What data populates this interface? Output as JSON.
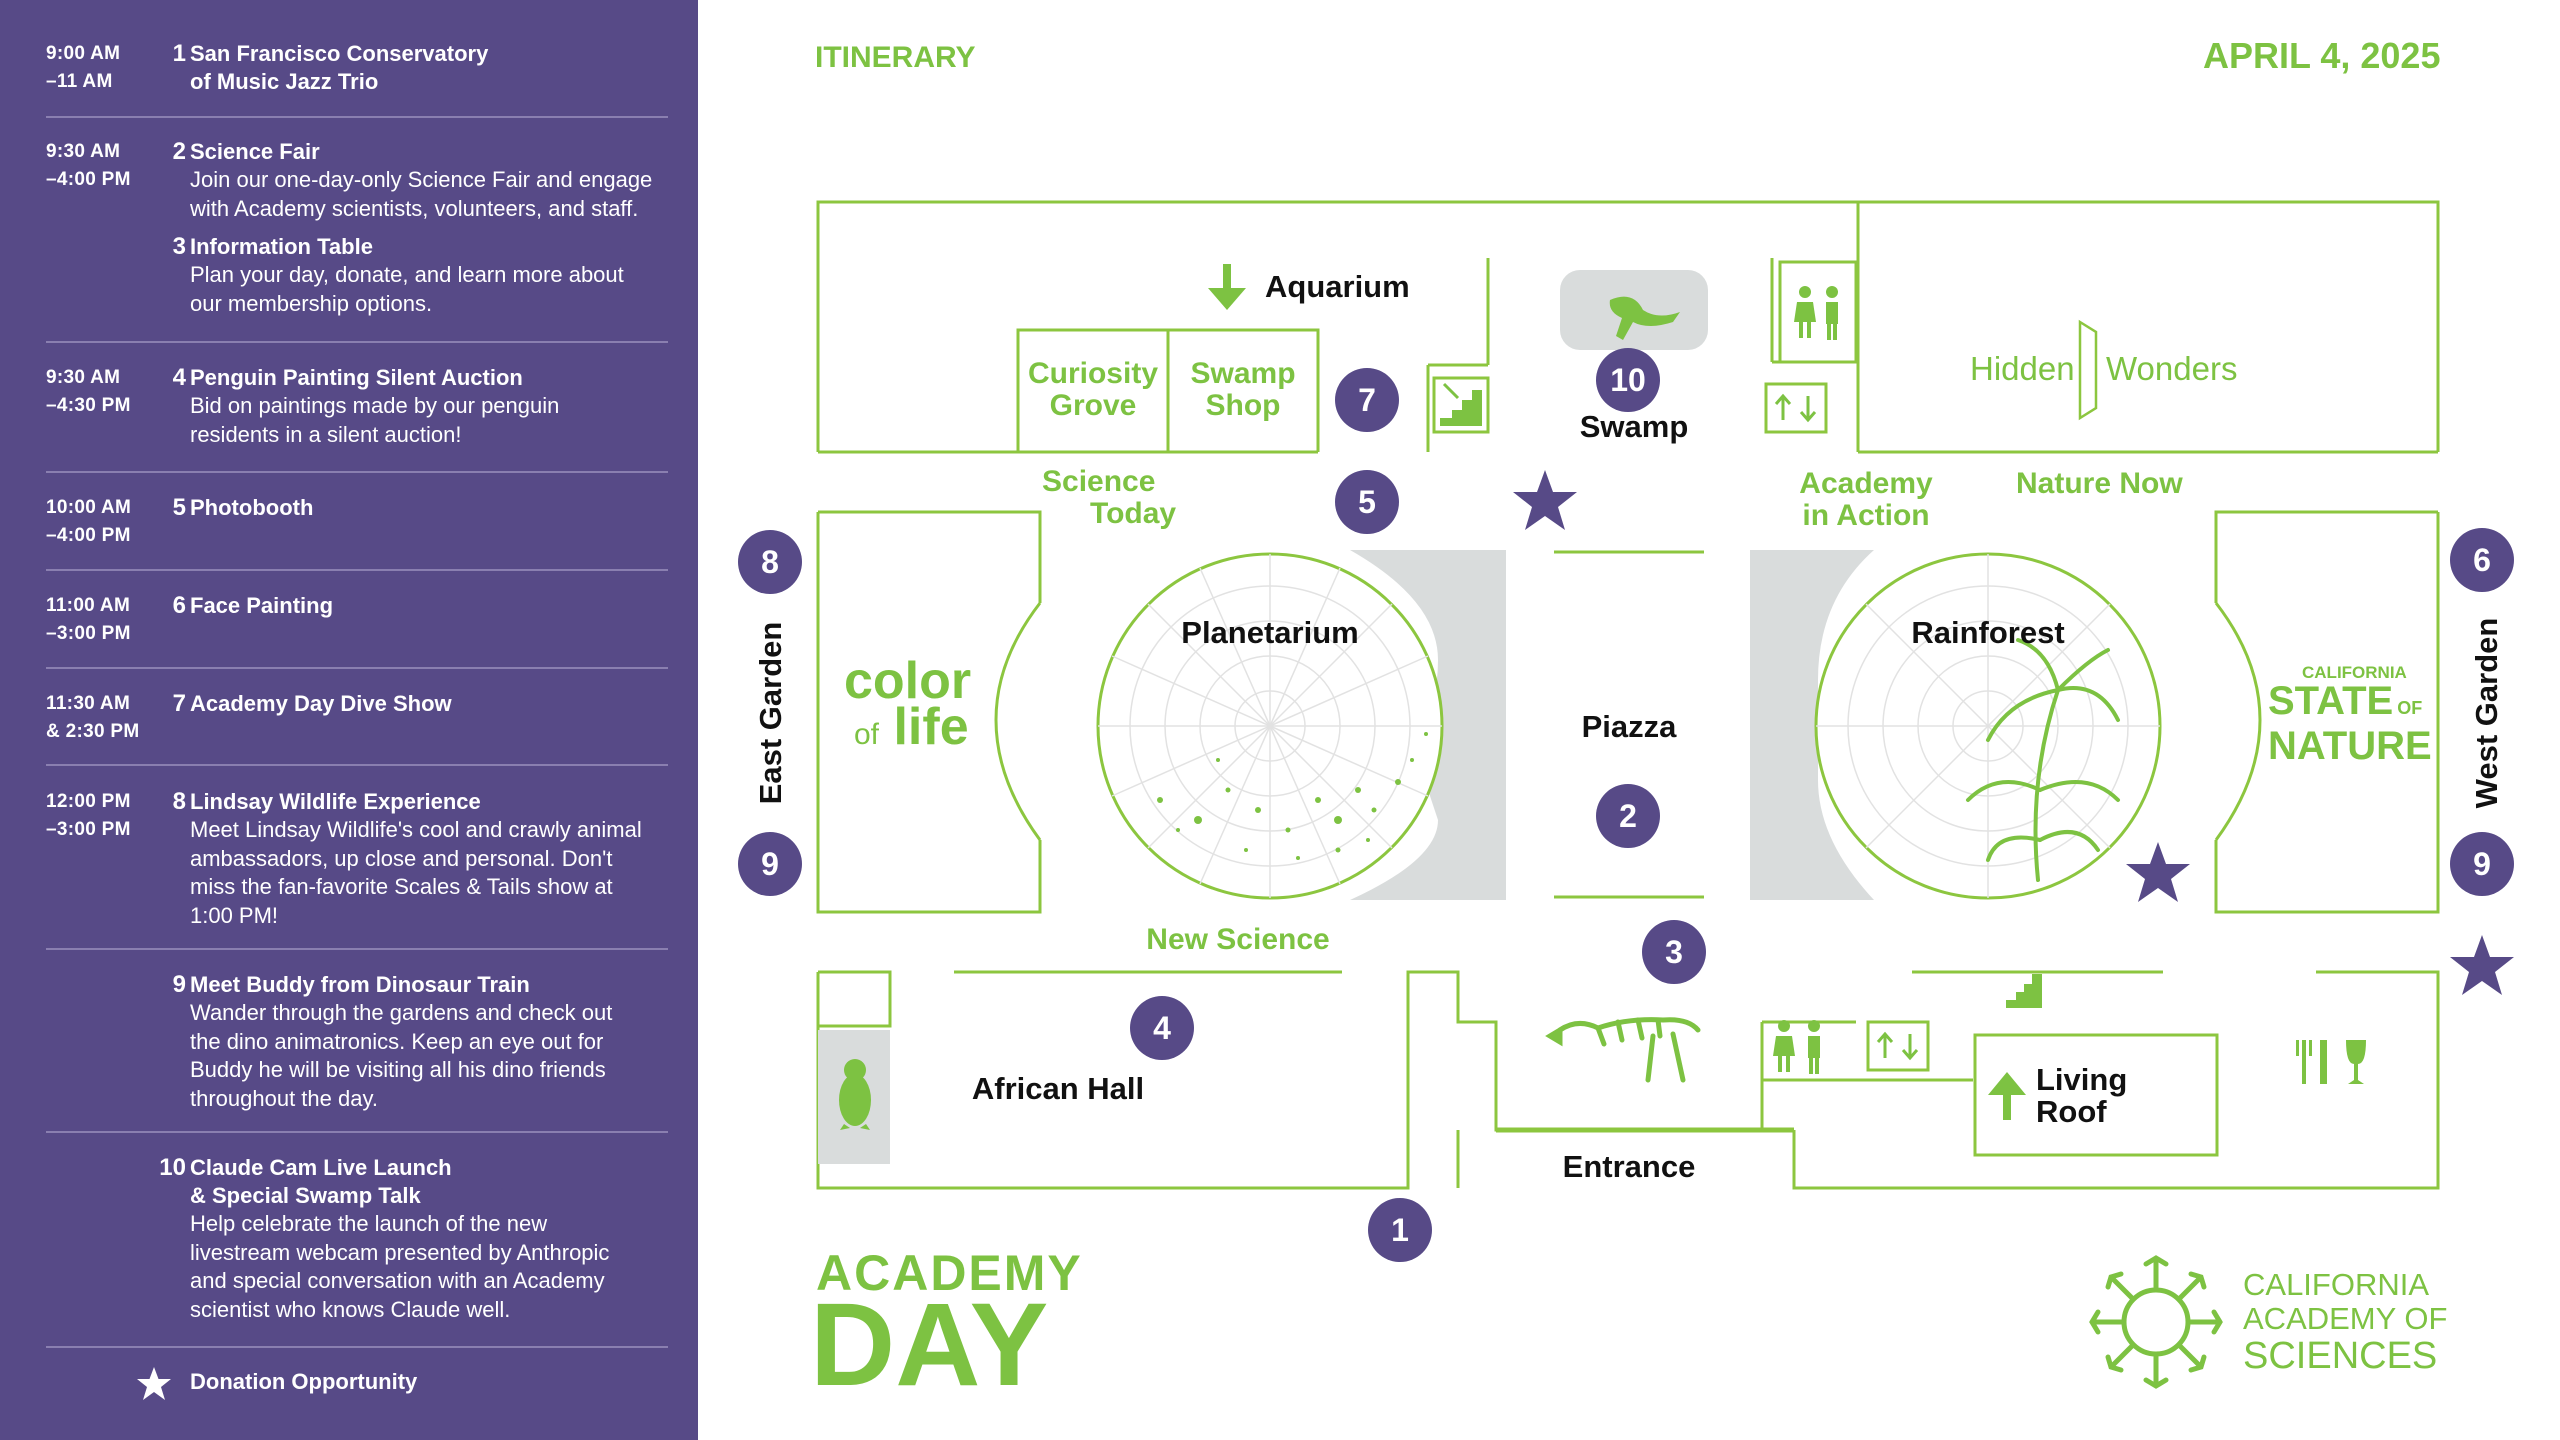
{
  "sidebar": {
    "entries": [
      {
        "time": [
          "9:00 AM",
          "–11 AM"
        ],
        "items": [
          {
            "num": "1",
            "title": "San Francisco Conservatory of Music Jazz Trio",
            "title_lines": [
              "San Francisco Conservatory",
              "of Music Jazz Trio"
            ],
            "desc": []
          }
        ]
      },
      {
        "time": [
          "9:30 AM",
          "–4:00 PM"
        ],
        "items": [
          {
            "num": "2",
            "title_lines": [
              "Science Fair"
            ],
            "desc": [
              "Join our one-day-only Science Fair and engage",
              "with Academy scientists, volunteers, and staff."
            ]
          },
          {
            "num": "3",
            "title_lines": [
              "Information Table"
            ],
            "desc": [
              "Plan your day, donate, and learn more about",
              "our membership options."
            ]
          }
        ]
      },
      {
        "time": [
          "9:30 AM",
          "–4:30 PM"
        ],
        "items": [
          {
            "num": "4",
            "title_lines": [
              "Penguin Painting Silent Auction"
            ],
            "desc": [
              "Bid on paintings made by our penguin",
              "residents in a silent auction!"
            ]
          }
        ]
      },
      {
        "time": [
          "10:00 AM",
          "–4:00 PM"
        ],
        "items": [
          {
            "num": "5",
            "title_lines": [
              "Photobooth"
            ],
            "desc": []
          }
        ]
      },
      {
        "time": [
          "11:00 AM",
          "–3:00 PM"
        ],
        "items": [
          {
            "num": "6",
            "title_lines": [
              "Face Painting"
            ],
            "desc": []
          }
        ]
      },
      {
        "time": [
          "11:30 AM",
          "& 2:30 PM"
        ],
        "items": [
          {
            "num": "7",
            "title_lines": [
              "Academy Day Dive Show"
            ],
            "desc": []
          }
        ]
      },
      {
        "time": [
          "12:00 PM",
          "–3:00 PM"
        ],
        "items": [
          {
            "num": "8",
            "title_lines": [
              "Lindsay Wildlife Experience"
            ],
            "desc": [
              "Meet Lindsay Wildlife's cool and crawly animal",
              "ambassadors, up close and personal. Don't",
              "miss the fan-favorite Scales & Tails show at",
              "1:00 PM!"
            ]
          }
        ]
      },
      {
        "time": [
          "",
          ""
        ],
        "items": [
          {
            "num": "9",
            "title_lines": [
              "Meet Buddy from Dinosaur Train"
            ],
            "desc": [
              "Wander through the gardens and check out",
              "the dino animatronics. Keep an eye out for",
              "Buddy he will be visiting all his dino friends",
              "throughout the day."
            ]
          }
        ]
      },
      {
        "time": [
          "",
          ""
        ],
        "items": [
          {
            "num": "10",
            "title_lines": [
              "Claude Cam Live Launch",
              "& Special Swamp Talk"
            ],
            "desc": [
              "Help celebrate the launch of the new",
              "livestream webcam presented by Anthropic",
              "and special conversation with an Academy",
              "scientist who knows Claude well."
            ]
          }
        ]
      }
    ],
    "donation_label": "Donation Opportunity"
  },
  "header": {
    "left": "ITINERARY",
    "right": "APRIL 4, 2025"
  },
  "map": {
    "labels": {
      "aquarium": "Aquarium",
      "curiosity_grove": [
        "Curiosity",
        "Grove"
      ],
      "swamp_shop": [
        "Swamp",
        "Shop"
      ],
      "swamp": "Swamp",
      "hidden": "Hidden",
      "wonders": "Wonders",
      "science_today": [
        "Science",
        "Today"
      ],
      "academy_in_action": [
        "Academy",
        "in Action"
      ],
      "nature_now": "Nature Now",
      "planetarium": "Planetarium",
      "rainforest": "Rainforest",
      "piazza": "Piazza",
      "east_garden": "East Garden",
      "west_garden": "West Garden",
      "color_of_life": [
        "color",
        "of",
        "life"
      ],
      "state_of_nature": [
        "CALIFORNIA",
        "STATE",
        "OF",
        "NATURE"
      ],
      "new_science": "New Science",
      "african_hall": "African Hall",
      "entrance": "Entrance",
      "living_roof": [
        "Living",
        "Roof"
      ]
    },
    "colors": {
      "green": "#7dc242",
      "purple": "#574a87",
      "gray": "#d9dcdc"
    }
  },
  "footer": {
    "academy": "ACADEMY",
    "day": "DAY",
    "logo_lines": [
      "CALIFORNIA",
      "ACADEMY OF",
      "SCIENCES"
    ]
  }
}
